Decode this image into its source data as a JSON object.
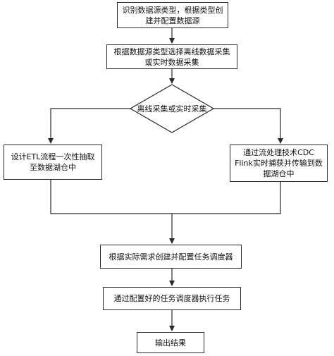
{
  "diagram": {
    "nodes": {
      "identify_source": "识别数据源类型，根据类型创建并配置数据源",
      "choose_mode": "根据数据源类型选择离线数据采集或实时数据采集",
      "decision": "离线采集或实时采集",
      "offline_etl": "设计ETL流程一次性抽取至数据湖仓中",
      "realtime_cdc": "通过流处理技术CDC Flink实时捕获并传输到数据湖仓中",
      "create_scheduler": "根据实际需求创建并配置任务调度器",
      "run_tasks": "通过配置好的任务调度器执行任务",
      "output": "输出结果"
    },
    "colors": {
      "stroke": "#2a2a2a",
      "fill": "#ffffff",
      "text": "#111111"
    }
  }
}
